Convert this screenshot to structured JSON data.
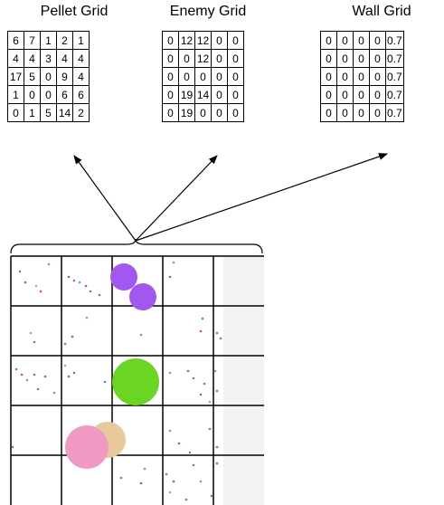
{
  "pellet_grid": {
    "title": "Pellet Grid",
    "rows": [
      [
        "6",
        "7",
        "1",
        "2",
        "1"
      ],
      [
        "4",
        "4",
        "3",
        "4",
        "4"
      ],
      [
        "17",
        "5",
        "0",
        "9",
        "4"
      ],
      [
        "1",
        "0",
        "0",
        "6",
        "6"
      ],
      [
        "0",
        "1",
        "5",
        "14",
        "2"
      ]
    ]
  },
  "enemy_grid": {
    "title": "Enemy Grid",
    "rows": [
      [
        "0",
        "12",
        "12",
        "0",
        "0"
      ],
      [
        "0",
        "0",
        "12",
        "0",
        "0"
      ],
      [
        "0",
        "0",
        "0",
        "0",
        "0"
      ],
      [
        "0",
        "19",
        "14",
        "0",
        "0"
      ],
      [
        "0",
        "19",
        "0",
        "0",
        "0"
      ]
    ]
  },
  "wall_grid": {
    "title": "Wall Grid",
    "rows": [
      [
        "0",
        "0",
        "0",
        "0",
        "0.7"
      ],
      [
        "0",
        "0",
        "0",
        "0",
        "0.7"
      ],
      [
        "0",
        "0",
        "0",
        "0",
        "0.7"
      ],
      [
        "0",
        "0",
        "0",
        "0",
        "0.7"
      ],
      [
        "0",
        "0",
        "0",
        "0",
        "0.7"
      ]
    ]
  },
  "colors": {
    "purple_enemy": "#a157f0",
    "green_enemy": "#6ad522",
    "pink_enemy": "#f09ac3",
    "tan_enemy": "#e7c99c",
    "wall_shading": "#f2f2f2"
  }
}
